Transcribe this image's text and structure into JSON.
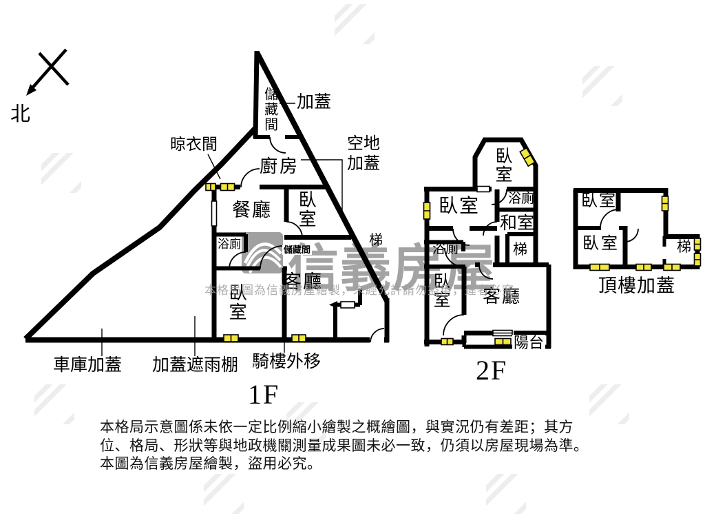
{
  "compass": {
    "label": "北"
  },
  "watermark": {
    "brand": "信義房屋",
    "notice": "本格局圖為信義房屋繪製，未經允許請勿盜用，違者必究"
  },
  "floor1": {
    "floor_label": "1F",
    "storage_top": "儲藏間",
    "storage_top_tag": "加蓋",
    "drying_room": "晾衣間",
    "kitchen": "廚房",
    "open_land_line1": "空地",
    "open_land_line2": "加蓋",
    "dining": "餐廳",
    "bedroom_right": "臥室",
    "bath": "浴廁",
    "storage_small": "儲藏間",
    "stairs": "梯",
    "living": "客廳",
    "bedroom_left": "臥室",
    "garage": "車庫加蓋",
    "canopy": "加蓋遮雨棚",
    "arcade": "騎樓外移"
  },
  "floor2": {
    "floor_label": "2F",
    "bedroom_top": "臥室",
    "bedroom_left": "臥室",
    "bath_top": "浴廁",
    "tatami": "和室",
    "stairs": "梯",
    "bath_left": "浴廁",
    "bedroom_bottom": "臥室",
    "living": "客廳",
    "balcony": "陽台"
  },
  "roof": {
    "floor_label": "頂樓加蓋",
    "bedroom_top": "臥室",
    "bedroom_bottom": "臥室",
    "stairs": "梯"
  },
  "disclaimer": {
    "line1": "本格局示意圖係未依一定比例縮小繪製之概繪圖，與實況仍有差距；其方",
    "line2": "位、格局、形狀等與地政機關測量成果圖未必一致，仍須以房屋現場為準。",
    "line3": "本圖為信義房屋繪製，盜用必究。"
  },
  "colors": {
    "wall": "#000000",
    "window_fill": "#f2e73c",
    "watermark_gray": "#8f8f8f"
  }
}
